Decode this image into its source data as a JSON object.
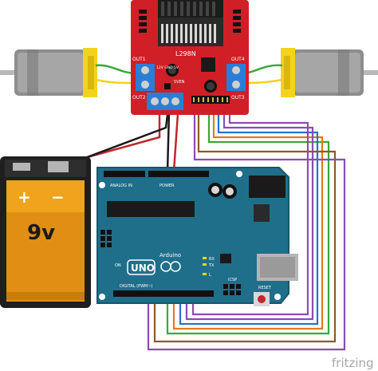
{
  "driver": {
    "chip_label": "L298N",
    "out1": "OUT1",
    "out2": "OUT2",
    "out3": "OUT3",
    "out4": "OUT4",
    "enable_label": "5VEN",
    "power_labels": "12V GND 5V"
  },
  "battery": {
    "voltage_label": "9v",
    "plus": "+",
    "minus": "−"
  },
  "arduino": {
    "brand": "Arduino",
    "model": "UNO",
    "digital_header": "DIGITAL (PWM~)",
    "power_header": "POWER",
    "analog_header": "ANALOG IN",
    "icsp": "ICSP",
    "tx": "TX",
    "rx": "RX",
    "l": "L",
    "on": "ON",
    "reset": "RESET"
  },
  "watermark": "fritzing",
  "colors": {
    "driver_red": "#d01f27",
    "arduino_teal": "#1f6f8b",
    "motor_yellow": "#f3d31b",
    "wire_red": "#c1272d",
    "wire_black": "#1a1a1a",
    "wire_green": "#3aa835",
    "wire_orange": "#e07b1a",
    "wire_blue": "#2a6fd6",
    "wire_purple": "#8c4bb5",
    "wire_brown": "#8a5a2b"
  }
}
